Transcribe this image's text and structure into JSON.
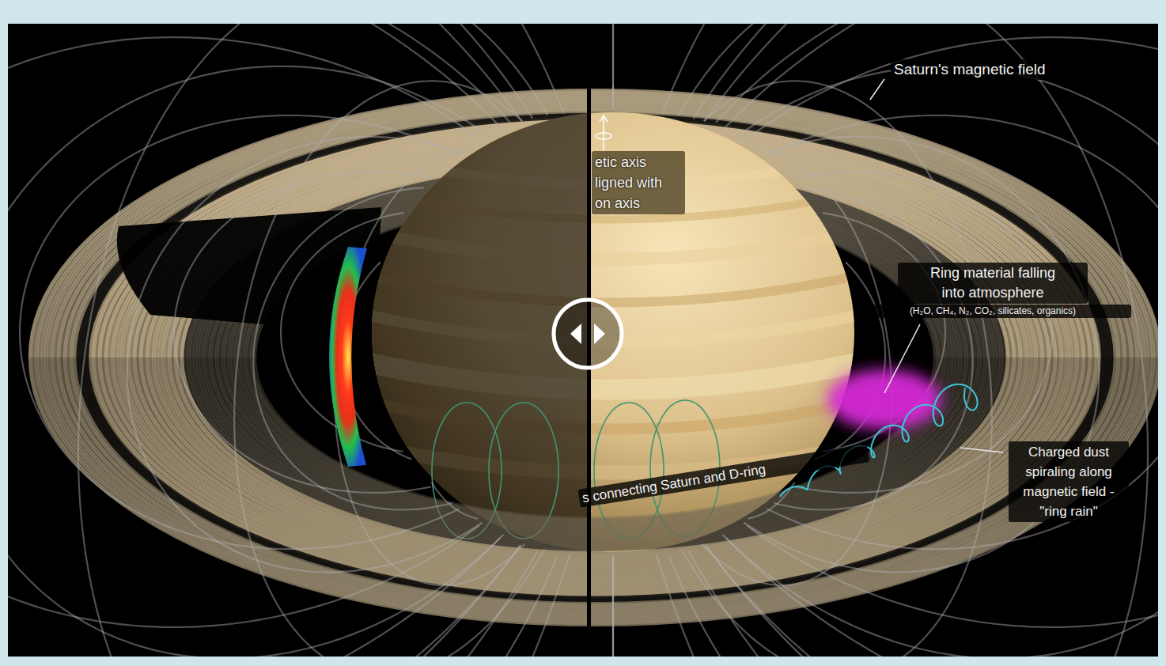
{
  "diagram": {
    "labels": [
      "Saturn's magnetic field",
      "etic axis ligned with on axis",
      "Ring material falling into atmosphere",
      "(H₂O, CH₄, N₂, CO₂, silicates, organics)",
      "s connecting Saturn and D-ring",
      "Charged dust spiraling along magnetic field - \"ring rain\""
    ]
  }
}
